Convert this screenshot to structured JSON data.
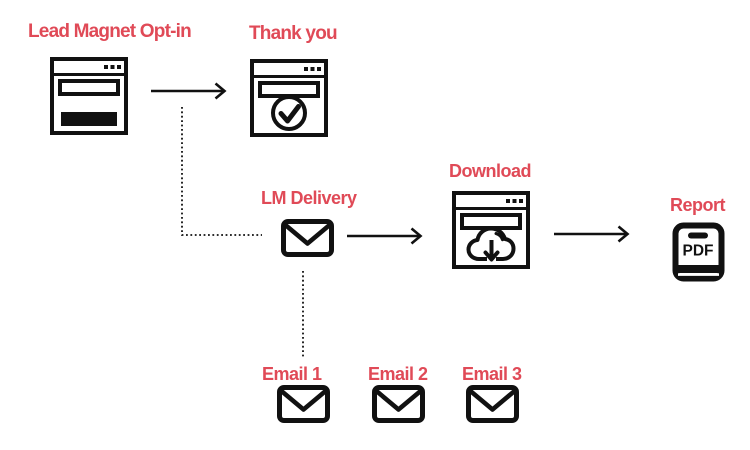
{
  "colors": {
    "label": "#e04a57",
    "icon": "#111111",
    "background": "#ffffff"
  },
  "nodes": [
    {
      "label": "Lead Magnet Opt-in",
      "icon": "browser-form-icon"
    },
    {
      "label": "Thank you",
      "icon": "browser-checkmark-icon"
    },
    {
      "label": "LM Delivery",
      "icon": "envelope-icon"
    },
    {
      "label": "Download",
      "icon": "browser-cloud-download-icon"
    },
    {
      "label": "Report",
      "icon": "pdf-book-icon",
      "icon_text": "PDF"
    },
    {
      "label": "Email 1",
      "icon": "envelope-icon"
    },
    {
      "label": "Email 2",
      "icon": "envelope-icon"
    },
    {
      "label": "Email 3",
      "icon": "envelope-icon"
    }
  ],
  "connections": [
    {
      "from": "Lead Magnet Opt-in",
      "to": "Thank you",
      "style": "solid-arrow"
    },
    {
      "from": "Lead Magnet Opt-in",
      "to": "LM Delivery",
      "style": "dotted-elbow"
    },
    {
      "from": "LM Delivery",
      "to": "Download",
      "style": "solid-arrow"
    },
    {
      "from": "Download",
      "to": "Report",
      "style": "solid-arrow"
    },
    {
      "from": "LM Delivery",
      "to": "Email 1",
      "style": "dotted-line"
    }
  ]
}
